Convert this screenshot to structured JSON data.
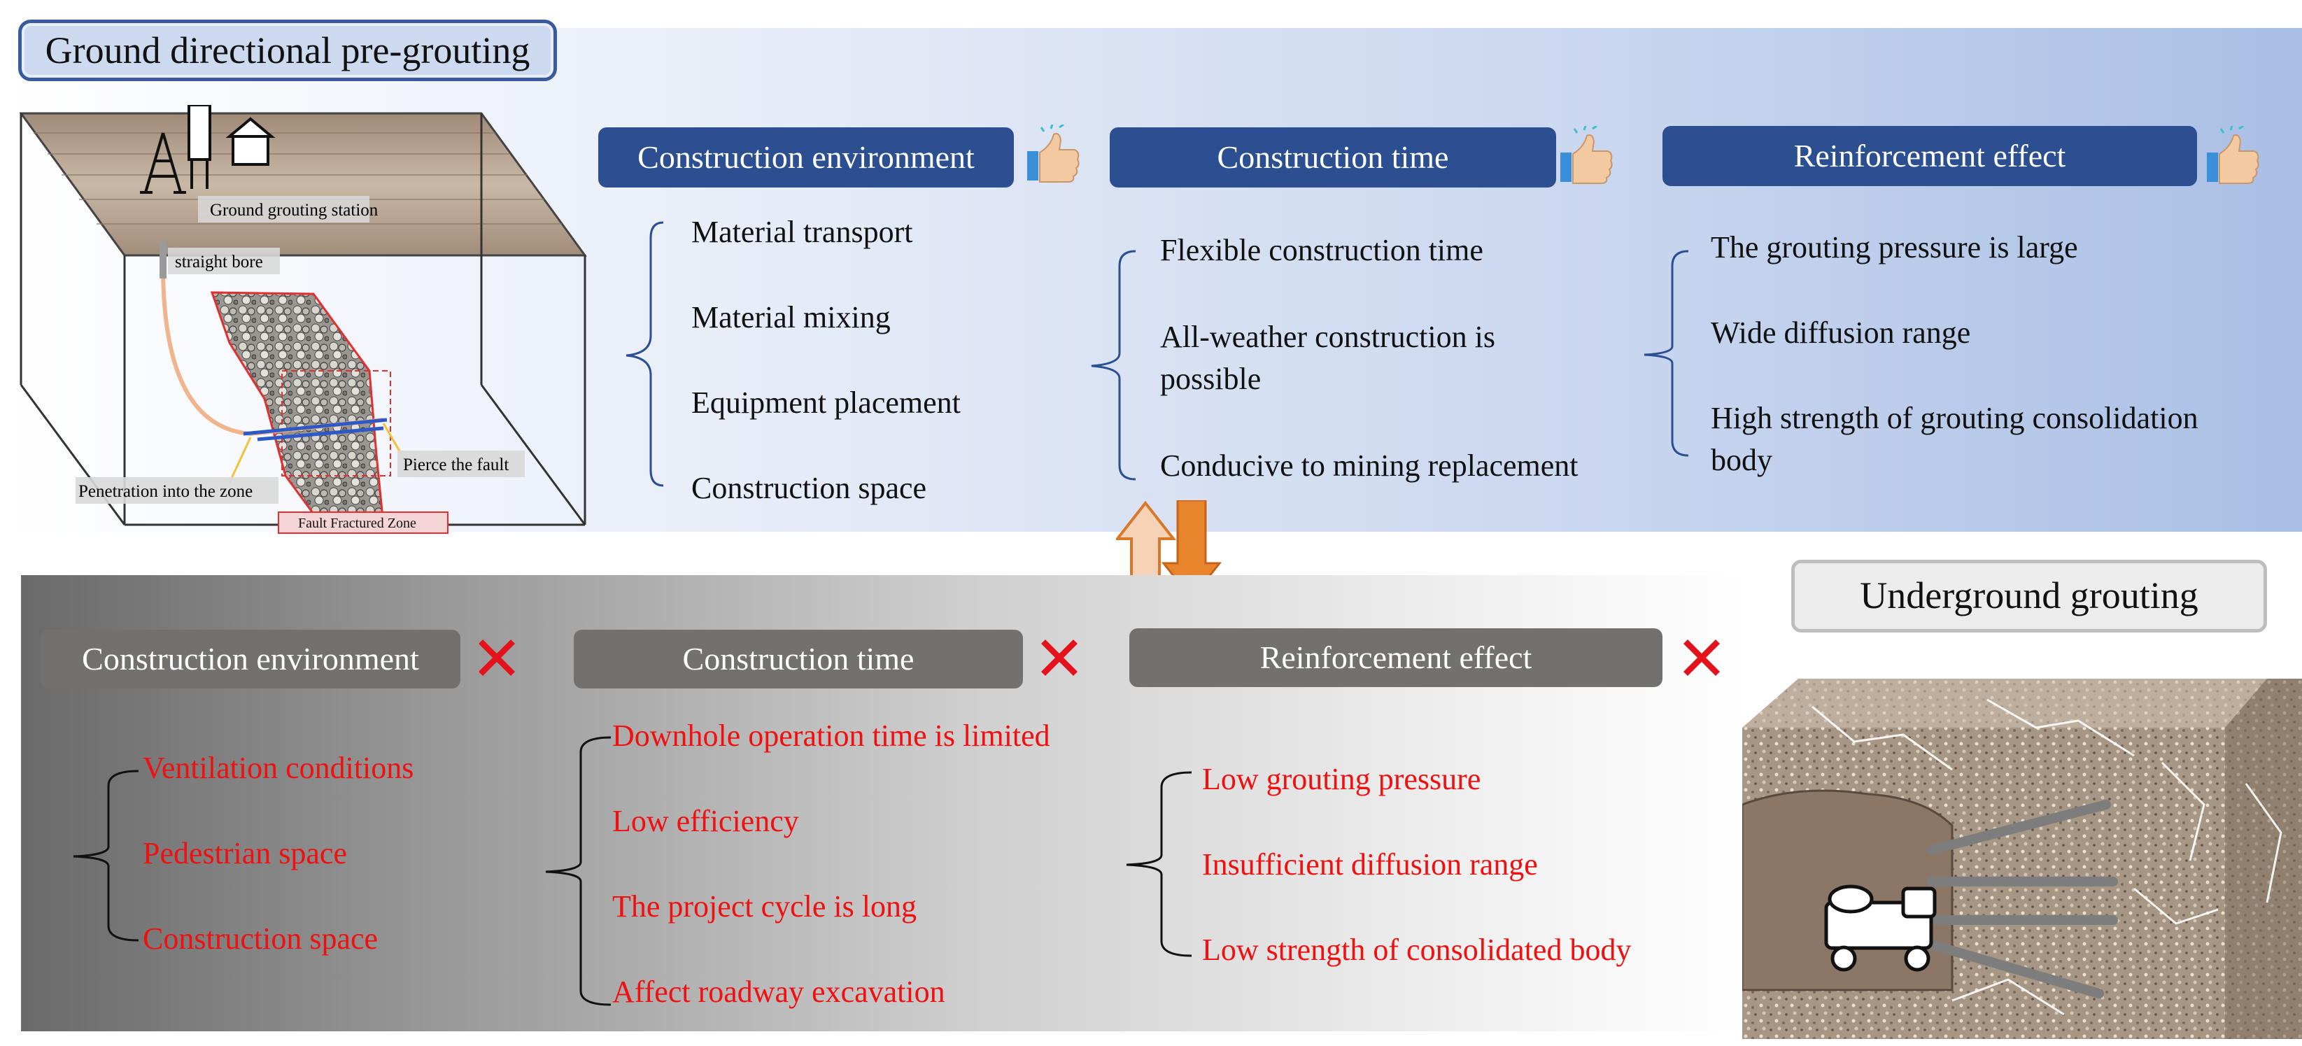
{
  "top": {
    "title": "Ground directional pre-grouting",
    "illustration_labels": {
      "station": "Ground grouting station",
      "bore": "straight bore",
      "pierce": "Pierce the fault",
      "penetration": "Penetration into the zone",
      "zone": "Fault Fractured Zone"
    },
    "categories": [
      {
        "title": "Construction environment",
        "items": [
          "Material transport",
          "Material mixing",
          "Equipment placement",
          "Construction space"
        ]
      },
      {
        "title": "Construction time",
        "items": [
          "Flexible construction time",
          "All-weather construction is",
          "possible",
          "Conducive to mining replacement"
        ]
      },
      {
        "title": "Reinforcement effect",
        "items": [
          "The grouting pressure is large",
          "Wide diffusion range",
          "High strength of grouting consolidation",
          "body"
        ]
      }
    ],
    "icon": "thumbs-up-icon"
  },
  "bottom": {
    "title": "Underground grouting",
    "categories": [
      {
        "title": "Construction environment",
        "items": [
          "Ventilation conditions",
          "Pedestrian space",
          "Construction space"
        ]
      },
      {
        "title": "Construction time",
        "items": [
          "Downhole operation time is limited",
          "Low efficiency",
          "The project cycle is long",
          "Affect roadway excavation"
        ]
      },
      {
        "title": "Reinforcement effect",
        "items": [
          "Low grouting pressure",
          "Insufficient diffusion range",
          "Low strength of consolidated body"
        ]
      }
    ],
    "icon": "cross-mark-icon"
  },
  "colors": {
    "top_header": "#2c4f92",
    "bottom_header": "#737070",
    "negative_text": "#f01010",
    "arrow": "#e8842c"
  }
}
